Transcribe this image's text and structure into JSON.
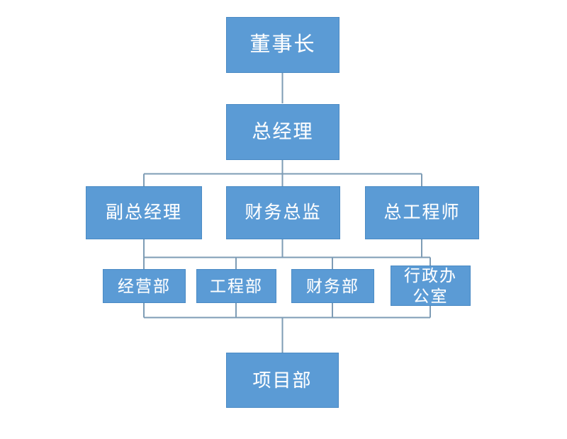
{
  "chart_data": {
    "type": "diagram",
    "diagram_kind": "organization-chart",
    "title": "",
    "orientation": "top-down",
    "node_fill_color": "#5B9BD5",
    "node_border_color": "#4A8AC4",
    "node_text_color": "#FFFFFF",
    "connector_color": "#7E9CB5",
    "background_color": "#FFFFFF",
    "levels": [
      {
        "level": 1,
        "labels": [
          "董事长"
        ]
      },
      {
        "level": 2,
        "labels": [
          "总经理"
        ]
      },
      {
        "level": 3,
        "labels": [
          "副总经理",
          "财务总监",
          "总工程师"
        ]
      },
      {
        "level": 4,
        "labels": [
          "经营部",
          "工程部",
          "财务部",
          "行政办公室"
        ]
      },
      {
        "level": 5,
        "labels": [
          "项目部"
        ]
      }
    ],
    "edges": [
      {
        "from": "董事长",
        "to": "总经理"
      },
      {
        "from": "总经理",
        "to": "副总经理"
      },
      {
        "from": "总经理",
        "to": "财务总监"
      },
      {
        "from": "总经理",
        "to": "总工程师"
      },
      {
        "from": "副总经理",
        "to": "经营部"
      },
      {
        "from": "副总经理",
        "to": "工程部"
      },
      {
        "from": "财务总监",
        "to": "财务部"
      },
      {
        "from": "总工程师",
        "to": "行政办公室"
      },
      {
        "from": "经营部",
        "to": "项目部"
      },
      {
        "from": "工程部",
        "to": "项目部"
      },
      {
        "from": "财务部",
        "to": "项目部"
      },
      {
        "from": "行政办公室",
        "to": "项目部"
      }
    ]
  },
  "nodes": {
    "chairman": {
      "label": "董事长"
    },
    "general_manager": {
      "label": "总经理"
    },
    "deputy_general_manager": {
      "label": "副总经理"
    },
    "finance_director": {
      "label": "财务总监"
    },
    "chief_engineer": {
      "label": "总工程师"
    },
    "operations_dept": {
      "label": "经营部"
    },
    "engineering_dept": {
      "label": "工程部"
    },
    "finance_dept": {
      "label": "财务部"
    },
    "admin_office": {
      "label": "行政办\n公室"
    },
    "project_dept": {
      "label": "项目部"
    }
  }
}
